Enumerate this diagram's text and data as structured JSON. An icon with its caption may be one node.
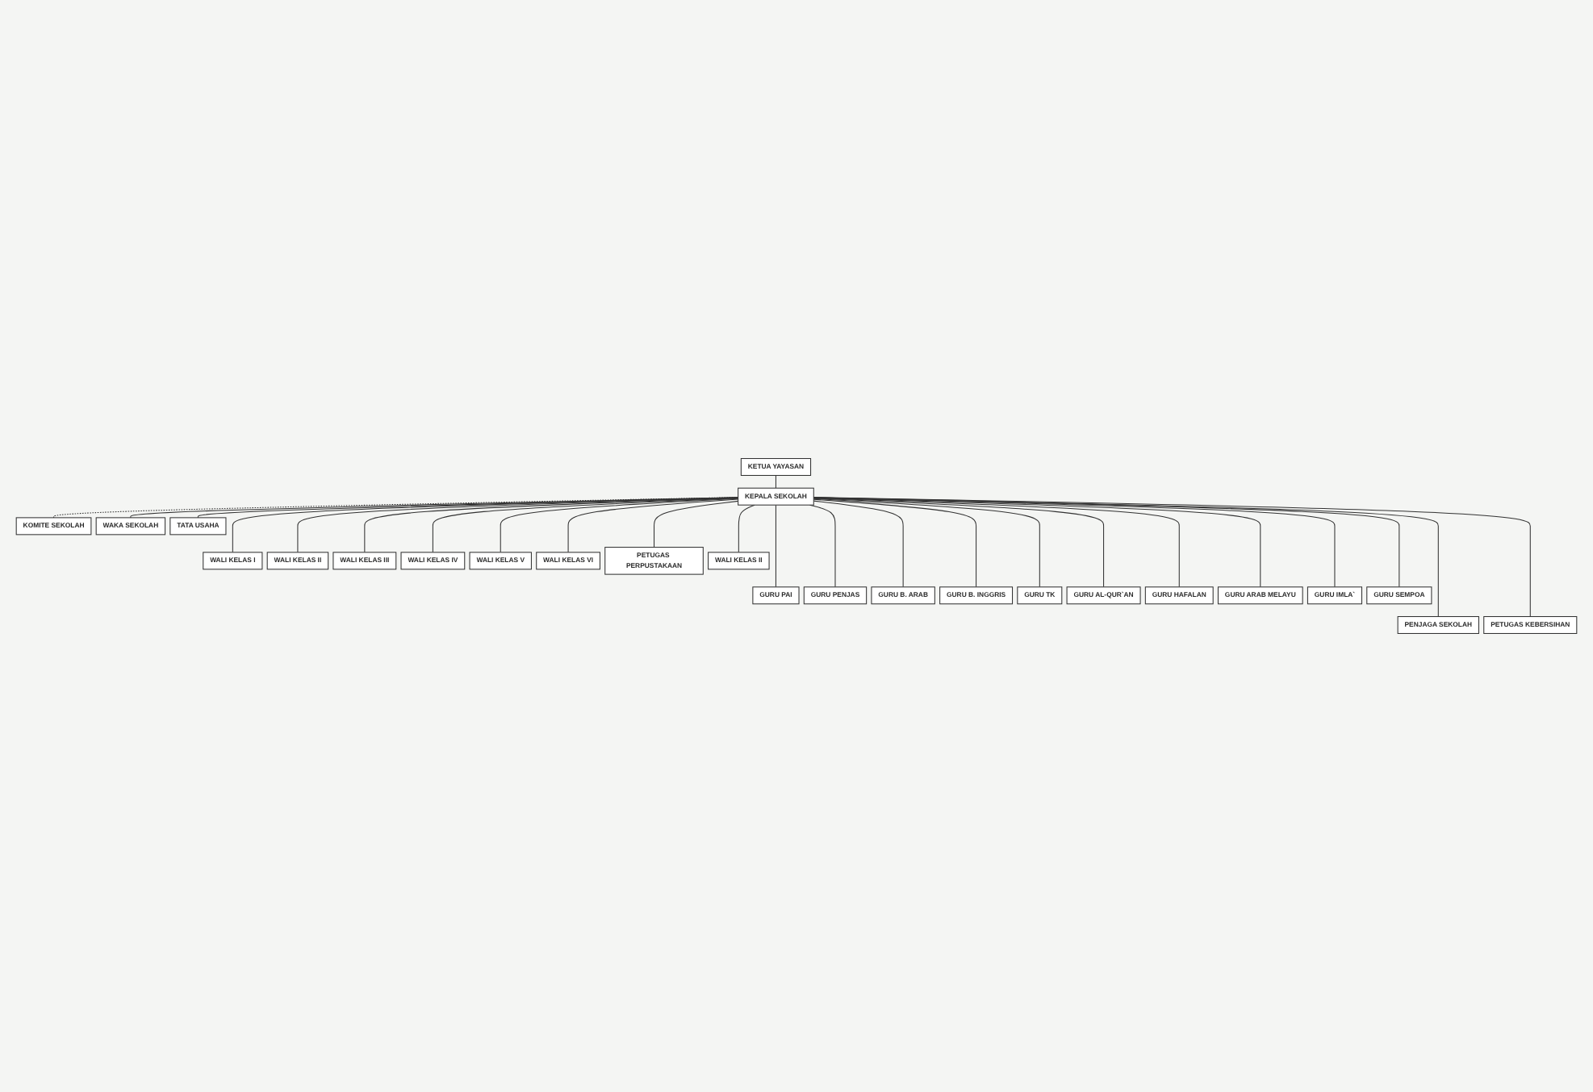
{
  "diagram": {
    "nodes": [
      {
        "text": [
          "KETUA YAYASAN"
        ]
      },
      {
        "text": [
          "KEPALA SEKOLAH"
        ]
      },
      {
        "text": [
          "KOMITE SEKOLAH"
        ]
      },
      {
        "text": [
          "WAKA SEKOLAH"
        ]
      },
      {
        "text": [
          "TATA USAHA"
        ]
      },
      {
        "text": [
          "WALI KELAS I"
        ]
      },
      {
        "text": [
          "WALI KELAS II"
        ]
      },
      {
        "text": [
          "WALI KELAS III"
        ]
      },
      {
        "text": [
          "WALI KELAS IV"
        ]
      },
      {
        "text": [
          "WALI KELAS V"
        ]
      },
      {
        "text": [
          "WALI KELAS VI"
        ]
      },
      {
        "text": [
          "PETUGAS PERPUSTAKAAN"
        ]
      },
      {
        "text": [
          "WALI KELAS II"
        ]
      },
      {
        "text": [
          "GURU PAI"
        ]
      },
      {
        "text": [
          "GURU PENJAS"
        ]
      },
      {
        "text": [
          "GURU B. ARAB"
        ]
      },
      {
        "text": [
          "GURU B. INGGRIS"
        ]
      },
      {
        "text": [
          "GURU TK"
        ]
      },
      {
        "text": [
          "GURU AL-QUR`AN"
        ]
      },
      {
        "text": [
          "GURU HAFALAN"
        ]
      },
      {
        "text": [
          "GURU ARAB MELAYU"
        ]
      },
      {
        "text": [
          "GURU IMLA`"
        ]
      },
      {
        "text": [
          "GURU SEMPOA"
        ]
      },
      {
        "text": [
          "PENJAGA SEKOLAH"
        ]
      },
      {
        "text": [
          "PETUGAS KEBERSIHAN"
        ]
      }
    ],
    "edges": [
      {
        "from": 0,
        "to": 1,
        "arrow": "none"
      },
      {
        "from": 1,
        "to": 2,
        "arrow": "none",
        "style": "dashed"
      },
      {
        "from": 1,
        "to": 3,
        "arrow": "none"
      },
      {
        "from": 1,
        "to": 4,
        "arrow": "none"
      },
      {
        "from": 1,
        "to": 5,
        "arrow": "none"
      },
      {
        "from": 1,
        "to": 6,
        "arrow": "none"
      },
      {
        "from": 1,
        "to": 7,
        "arrow": "none"
      },
      {
        "from": 1,
        "to": 8,
        "arrow": "none"
      },
      {
        "from": 1,
        "to": 9,
        "arrow": "none"
      },
      {
        "from": 1,
        "to": 10,
        "arrow": "none"
      },
      {
        "from": 1,
        "to": 11,
        "arrow": "none"
      },
      {
        "from": 1,
        "to": 12,
        "arrow": "none"
      },
      {
        "from": 1,
        "to": 13,
        "arrow": "none"
      },
      {
        "from": 1,
        "to": 14,
        "arrow": "none"
      },
      {
        "from": 1,
        "to": 15,
        "arrow": "none"
      },
      {
        "from": 1,
        "to": 16,
        "arrow": "none"
      },
      {
        "from": 1,
        "to": 17,
        "arrow": "none"
      },
      {
        "from": 1,
        "to": 18,
        "arrow": "none"
      },
      {
        "from": 1,
        "to": 19,
        "arrow": "none"
      },
      {
        "from": 1,
        "to": 20,
        "arrow": "none"
      },
      {
        "from": 1,
        "to": 21,
        "arrow": "none"
      },
      {
        "from": 1,
        "to": 22,
        "arrow": "none"
      },
      {
        "from": 1,
        "to": 23,
        "arrow": "none"
      },
      {
        "from": 1,
        "to": 24,
        "arrow": "none"
      }
    ]
  }
}
